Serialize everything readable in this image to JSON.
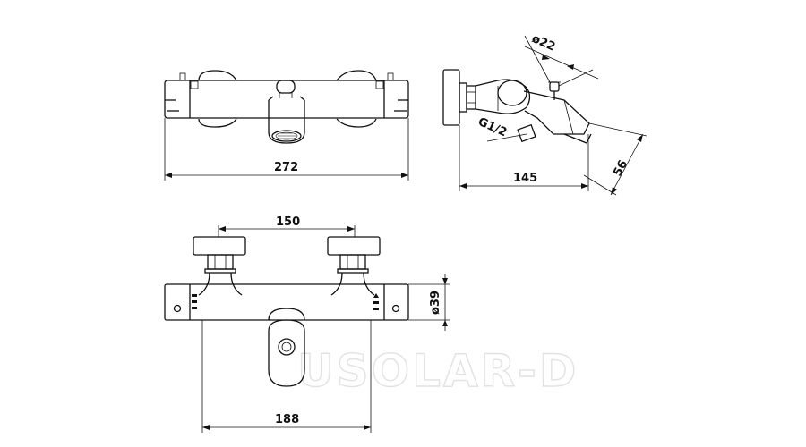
{
  "dimensions": {
    "top_width": "272",
    "side_depth": "145",
    "outlet_diameter": "ø22",
    "thread": "G1/2",
    "side_height": "56",
    "centers": "150",
    "body_diameter": "ø39",
    "body_width": "188"
  },
  "watermark": "USOLAR-D"
}
